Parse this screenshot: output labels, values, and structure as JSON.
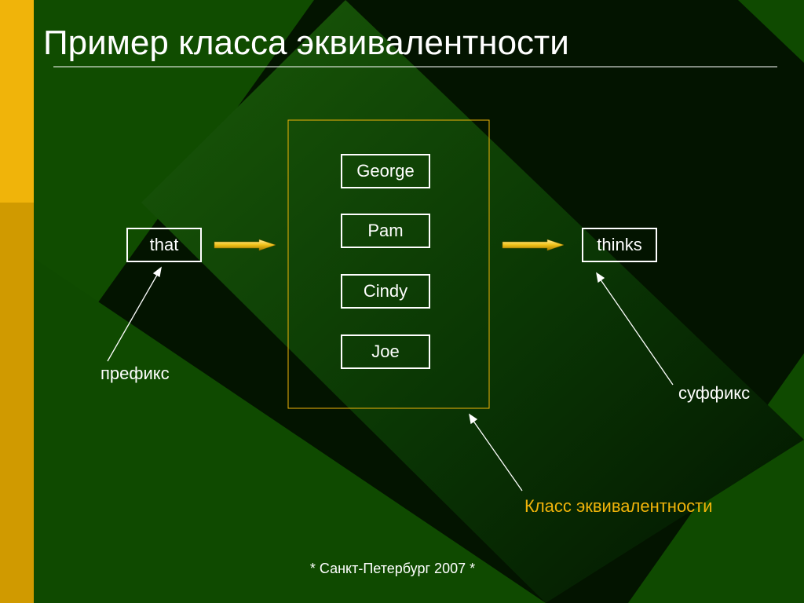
{
  "title": "Пример класса эквивалентности",
  "prefix_word": "that",
  "suffix_word": "thinks",
  "class_members": [
    "George",
    "Pam",
    "Cindy",
    "Joe"
  ],
  "prefix_label": "префикс",
  "suffix_label": "суффикс",
  "class_label": "Класс эквивалентности",
  "footer": "* Санкт-Петербург 2007 *",
  "colors": {
    "sidebar_top": "#f0b40a",
    "sidebar_bottom": "#d09a00",
    "background_dark": "#041a00",
    "background_green": "#0e4a00",
    "class_border": "#f0b40a",
    "class_label": "#f0b40a",
    "arrow_fill": "#f0c018"
  }
}
